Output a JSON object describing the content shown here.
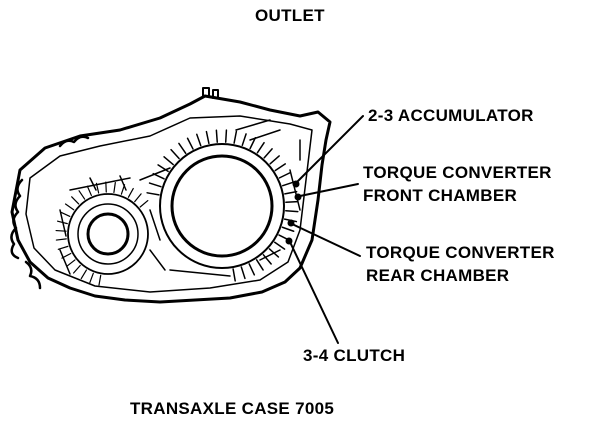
{
  "header": {
    "title": "OUTLET"
  },
  "callouts": {
    "accumulator": "2-3 ACCUMULATOR",
    "tc_front_line1": "TORQUE CONVERTER",
    "tc_front_line2": "FRONT CHAMBER",
    "tc_rear_line1": "TORQUE CONVERTER",
    "tc_rear_line2": "REAR CHAMBER",
    "clutch": "3-4 CLUTCH"
  },
  "caption": "TRANSAXLE CASE 7005"
}
